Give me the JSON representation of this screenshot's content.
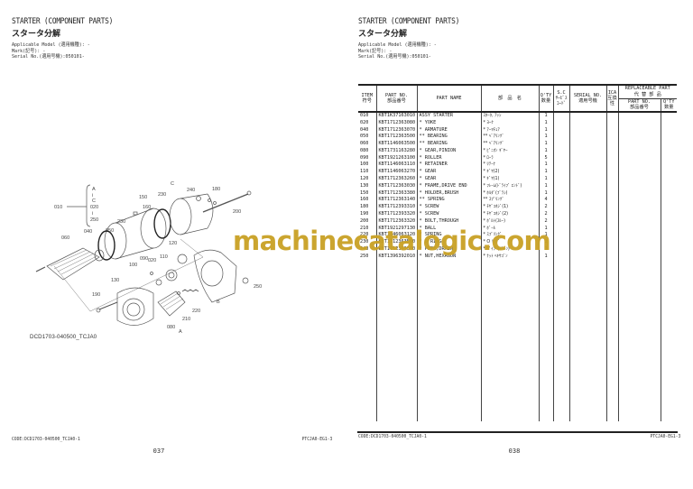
{
  "left_page": {
    "title_en": "STARTER (COMPONENT PARTS)",
    "title_jp": "スタータ分解",
    "applicable_model": "Applicable Model (適用機種): -",
    "mark": "Mark(記号): -",
    "serial_no": "Serial No.(適用号機):050101-",
    "diagram": {
      "caption": "DCD1703-040500_TCJA0",
      "callouts": [
        "010",
        "A",
        "C",
        "020",
        "250",
        "150",
        "160",
        "230",
        "240",
        "180",
        "200",
        "220",
        "040",
        "050",
        "060",
        "120",
        "110",
        "100",
        "090",
        "130",
        "190",
        "210",
        "080",
        "B",
        "250"
      ]
    },
    "footer": {
      "code": "CODE:DCD1703-040500_TCJA0-1",
      "ref": "PTCJA0-EG1-3",
      "page_number": "037"
    }
  },
  "right_page": {
    "title_en": "STARTER (COMPONENT PARTS)",
    "title_jp": "スタータ分解",
    "applicable_model": "Applicable Model (適用機種): -",
    "mark": "Mark(記号): -",
    "serial_no": "Serial No.(適用号機):050101-",
    "table": {
      "headers": {
        "item": "ITEM",
        "item_jp": "符号",
        "part_no": "PART NO.",
        "part_no_jp": "部品番号",
        "part_name": "PART NAME",
        "part_name_jp": "部　品　名",
        "qty": "Q'TY",
        "qty_jp": "数量",
        "sc": "S.C",
        "sc_jp1": "ｻｰﾋﾞｽ",
        "sc_jp2": "ｺｰﾄﾞ",
        "serial": "SERIAL NO.",
        "serial_jp": "適用号機",
        "ica": "ICA",
        "ica_jp": "互換性",
        "replaceable": "REPLACEABLE PART",
        "replaceable_jp": "代 替 部 品",
        "repl_part_no": "PART NO.",
        "repl_part_no_jp": "部品番号",
        "repl_qty": "Q'TY",
        "repl_qty_jp": "数量"
      },
      "rows": [
        {
          "item": "010",
          "part_no": "KBT1K37163010",
          "name": "ASSY STARTER",
          "name_jp": "ｽﾀｰﾀ, ｱｯｼ",
          "qty": "1"
        },
        {
          "item": "020",
          "part_no": "KBT1712363080",
          "name": "* YOKE",
          "name_jp": "* ﾖｰｸ",
          "qty": "1"
        },
        {
          "item": "040",
          "part_no": "KBT1712363070",
          "name": "* ARMATURE",
          "name_jp": "* ｱｰﾏﾁｭｱ",
          "qty": "1"
        },
        {
          "item": "050",
          "part_no": "KBT1712363500",
          "name": "** BEARING",
          "name_jp": "** ﾍﾞｱﾘﾝｸﾞ",
          "qty": "1"
        },
        {
          "item": "060",
          "part_no": "KBT1146063500",
          "name": "** BEARING",
          "name_jp": "** ﾍﾞｱﾘﾝｸﾞ",
          "qty": "1"
        },
        {
          "item": "080",
          "part_no": "KBT1731163280",
          "name": "* GEAR,PINION",
          "name_jp": "* ﾋﾟﾆｵﾝ ｷﾞﾔｰ",
          "qty": "1"
        },
        {
          "item": "090",
          "part_no": "KBT1921263100",
          "name": "* ROLLER",
          "name_jp": "* ﾛｰﾗ",
          "qty": "5"
        },
        {
          "item": "100",
          "part_no": "KBT1146063110",
          "name": "* RETAINER",
          "name_jp": "* ﾘﾃｰﾅ",
          "qty": "1"
        },
        {
          "item": "110",
          "part_no": "KBT1146063270",
          "name": "* GEAR",
          "name_jp": "* ｷﾞﾔ(2)",
          "qty": "1"
        },
        {
          "item": "120",
          "part_no": "KBT1712363260",
          "name": "* GEAR",
          "name_jp": "* ｷﾞﾔ(1)",
          "qty": "1"
        },
        {
          "item": "130",
          "part_no": "KBT1712363030",
          "name": "* FRAME,DRIVE END",
          "name_jp": "* ﾌﾚｰﾑ(ﾄﾞﾗｲﾌﾞ ｴﾝﾄﾞ)",
          "qty": "1"
        },
        {
          "item": "150",
          "part_no": "KBT1712363380",
          "name": "* HOLDER,BRUSH",
          "name_jp": "* ﾎﾙﾀﾞ(ﾌﾞﾗｼ)",
          "qty": "1"
        },
        {
          "item": "160",
          "part_no": "KBT1712363140",
          "name": "** SPRING",
          "name_jp": "** ｽﾌﾟﾘﾝｸﾞ",
          "qty": "4"
        },
        {
          "item": "180",
          "part_no": "KBT1712393310",
          "name": "* SCREW",
          "name_jp": "* ﾁﾔﾞｺﾈｼﾞ(1)",
          "qty": "2"
        },
        {
          "item": "190",
          "part_no": "KBT1712393320",
          "name": "* SCREW",
          "name_jp": "* ﾁﾔﾞｺﾈｼﾞ(2)",
          "qty": "2"
        },
        {
          "item": "200",
          "part_no": "KBT1712363320",
          "name": "* BOLT,THROUGH",
          "name_jp": "* ﾎﾞﾙﾄ(ｽﾙｰ)",
          "qty": "2"
        },
        {
          "item": "210",
          "part_no": "KBT1921297130",
          "name": "* BALL",
          "name_jp": "* ﾎﾞｰﾙ",
          "qty": "1"
        },
        {
          "item": "220",
          "part_no": "KBT1146063120",
          "name": "* SPRING",
          "name_jp": "* ｽﾌﾟﾘﾝｸﾞ",
          "qty": "1"
        },
        {
          "item": "230",
          "part_no": "KBT1712363560",
          "name": "* O RING",
          "name_jp": "* O ﾘﾝｸﾞ",
          "qty": "2"
        },
        {
          "item": "240",
          "part_no": "KBT1712363570",
          "name": "* PIPE,DRAIN",
          "name_jp": "* ﾊﾟｲﾌﾟ(ﾄﾞﾚﾝ)",
          "qty": "1"
        },
        {
          "item": "250",
          "part_no": "KBT1396392010",
          "name": "* NUT,HEXAGON",
          "name_jp": "* ﾅｯﾄ ﾍｷｻｺﾞﾝ",
          "qty": "1"
        }
      ]
    },
    "footer": {
      "code": "CODE:DCD1703-040500_TCJA0-1",
      "ref": "PTCJA0-EG1-3",
      "page_number": "038"
    }
  },
  "watermark": {
    "text": "machinecatalogic.com",
    "color": "#c9a227"
  }
}
